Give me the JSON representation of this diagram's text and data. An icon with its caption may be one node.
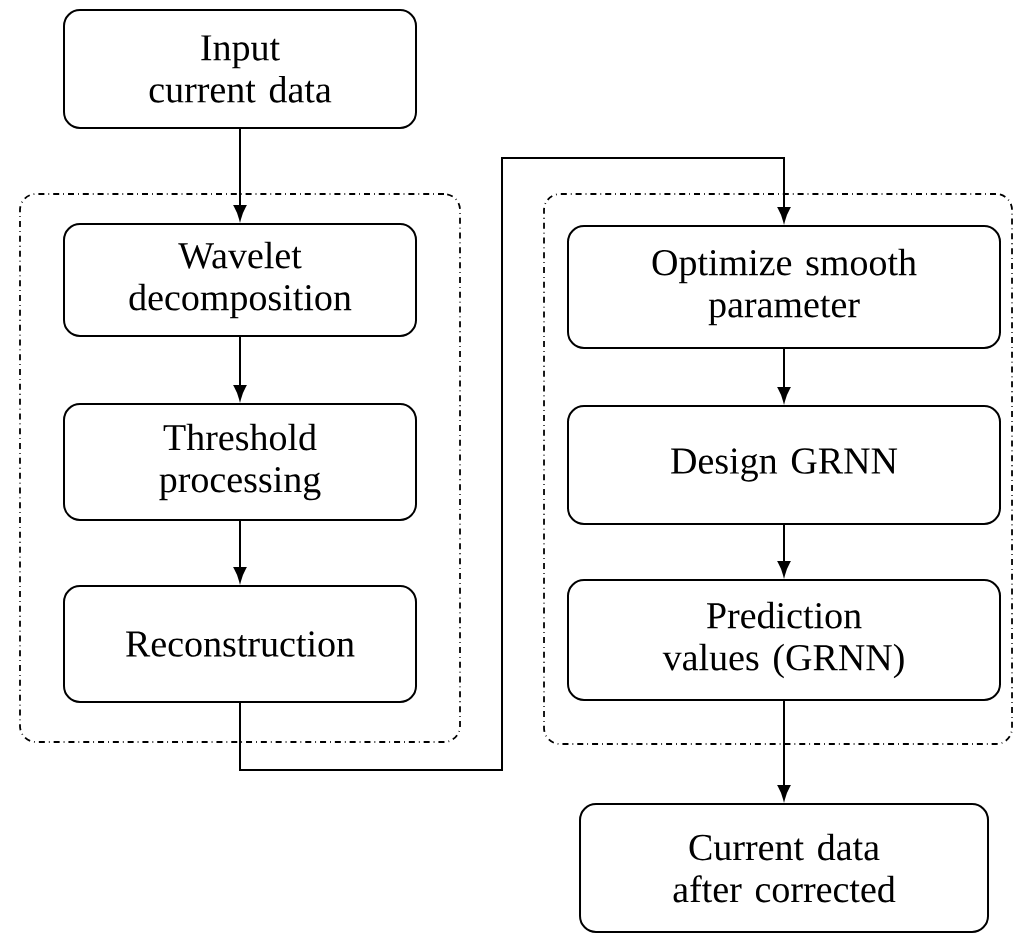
{
  "diagram": {
    "nodes": [
      {
        "text": [
          "Input current data"
        ]
      },
      {
        "text": [],
        "shape": "box"
      },
      {
        "text": [
          "Wavelet decomposition"
        ],
        "in": 1
      },
      {
        "text": [
          "Threshold processing"
        ],
        "in": 1
      },
      {
        "text": [
          "Reconstruction"
        ],
        "in": 1
      },
      {
        "text": [],
        "shape": "box"
      },
      {
        "text": [
          "Optimize smooth parameter"
        ],
        "in": 5
      },
      {
        "text": [
          "Design GRNN"
        ],
        "in": 5
      },
      {
        "text": [
          "Prediction values (GRNN)"
        ],
        "in": 5
      },
      {
        "text": [
          "Current data after corrected"
        ]
      }
    ],
    "edges": [
      {
        "from": 0,
        "to": 2,
        "arrow": "to"
      },
      {
        "from": 2,
        "to": 3,
        "arrow": "to"
      },
      {
        "from": 3,
        "to": 4,
        "arrow": "to"
      },
      {
        "from": 4,
        "to": 6,
        "arrow": "to"
      },
      {
        "from": 6,
        "to": 7,
        "arrow": "to"
      },
      {
        "from": 7,
        "to": 8,
        "arrow": "to"
      },
      {
        "from": 8,
        "to": 9,
        "arrow": "to"
      }
    ]
  }
}
